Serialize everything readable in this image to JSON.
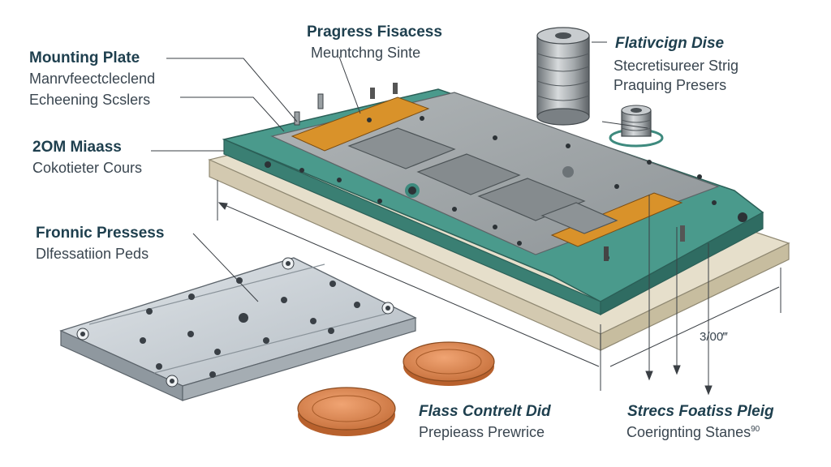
{
  "labels": {
    "mounting_plate": {
      "title": "Mounting Plate",
      "line1": "Manrvfeectcleclеnd",
      "line2": "Echeening Scslers"
    },
    "progress": {
      "title": "Pragress Fisacess",
      "sub": "Meuntchng Sinte"
    },
    "mass": {
      "title": "2OM Miaass",
      "sub": "Cokotieter Cours"
    },
    "fronnic": {
      "title": "Fronnic Pressess",
      "sub": "Dlfessatiion Peds"
    },
    "flativcign": {
      "title": "Flativcign Dise",
      "line1": "Stecretisureer Strig",
      "line2": "Praquing Presers"
    },
    "flass": {
      "title": "Flass Contrelt Did",
      "sub": "Prepieass Prewrice"
    },
    "strecs": {
      "title": "Strecs Foatiss Pleig",
      "sub": "Coerignting Stanes",
      "sup": "90"
    }
  },
  "dimension": {
    "value": "3/00",
    "unit": "‴"
  },
  "colors": {
    "plate_teal": "#3e8a7e",
    "plate_top": "#9ea4a6",
    "base": "#ddd5c0",
    "copper_strip": "#d9922a",
    "coin": "#d9834d",
    "pad": "#c5ccd2",
    "title_text": "#1e3f4e"
  }
}
